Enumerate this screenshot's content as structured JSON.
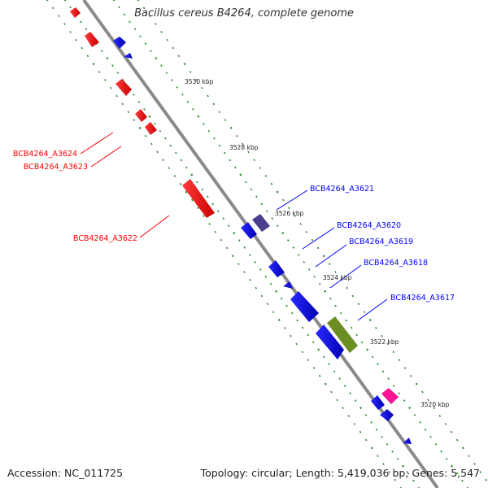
{
  "title": "Bacillus cereus B4264, complete genome",
  "footer": {
    "accession": "Accession: NC_011725",
    "summary": "Topology: circular; Length: 5,419,036 bp; Genes: 5,547"
  },
  "ticks": [
    "3530 kbp",
    "3528 kbp",
    "3526 kbp",
    "3524 kbp",
    "3522 kbp",
    "3520 kbp"
  ],
  "gene_labels_left": [
    "BCB4264_A3624",
    "BCB4264_A3623",
    "BCB4264_A3622"
  ],
  "gene_labels_right": [
    "BCB4264_A3621",
    "BCB4264_A3620",
    "BCB4264_A3619",
    "BCB4264_A3618",
    "BCB4264_A3617"
  ],
  "colors": {
    "backbone": "#8a8a8a",
    "dots": "#2e8b2e",
    "reverse_strand": "#ff0000",
    "forward_strand": "#0000ff",
    "purple_feature": "#4a3f8f",
    "olive_feature": "#6b8e23",
    "pink_feature": "#ff1493"
  }
}
